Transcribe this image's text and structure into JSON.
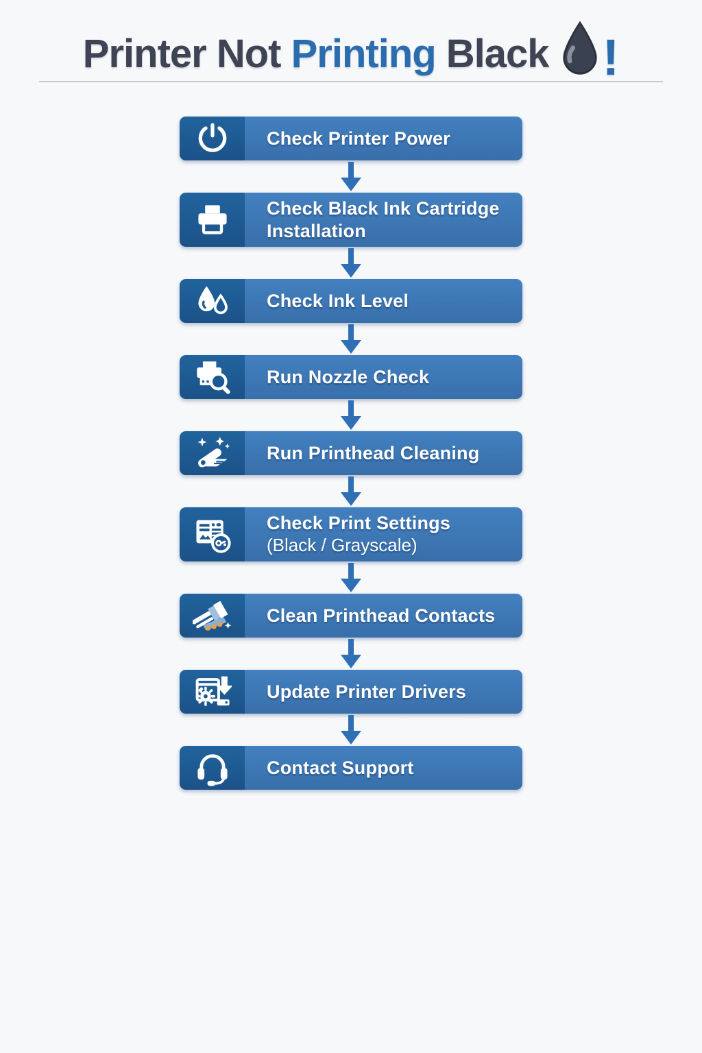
{
  "page": {
    "background_color": "#f7f8fa",
    "divider_color": "#c5c8cf"
  },
  "header": {
    "title_part1": "Printer Not ",
    "title_part2": "Printing",
    "title_part3": " Black",
    "title_dark_color": "#3e4454",
    "title_accent_color": "#2a6cae",
    "exclamation": "!",
    "drop_icon": "ink-drop-icon"
  },
  "flow": {
    "box_label_color": "#3b76b5",
    "box_icon_cell_color": "#1d5890",
    "arrow_color": "#2e6fb5",
    "text_color": "#ffffff",
    "steps": [
      {
        "label": "Check Printer Power",
        "icon": "power-icon"
      },
      {
        "label": "Check Black Ink Cartridge\nInstallation",
        "icon": "printer-icon"
      },
      {
        "label": "Check Ink Level",
        "icon": "ink-drops-icon"
      },
      {
        "label": "Run Nozzle Check",
        "icon": "printer-magnifier-icon"
      },
      {
        "label": "Run Printhead Cleaning",
        "icon": "cleaning-wand-icon"
      },
      {
        "label": "Check Print Settings",
        "sublabel": "(Black / Grayscale)",
        "icon": "print-settings-icon"
      },
      {
        "label": "Clean Printhead Contacts",
        "icon": "brush-icon"
      },
      {
        "label": "Update Printer Drivers",
        "icon": "driver-update-icon"
      },
      {
        "label": "Contact Support",
        "icon": "headset-icon"
      }
    ]
  }
}
